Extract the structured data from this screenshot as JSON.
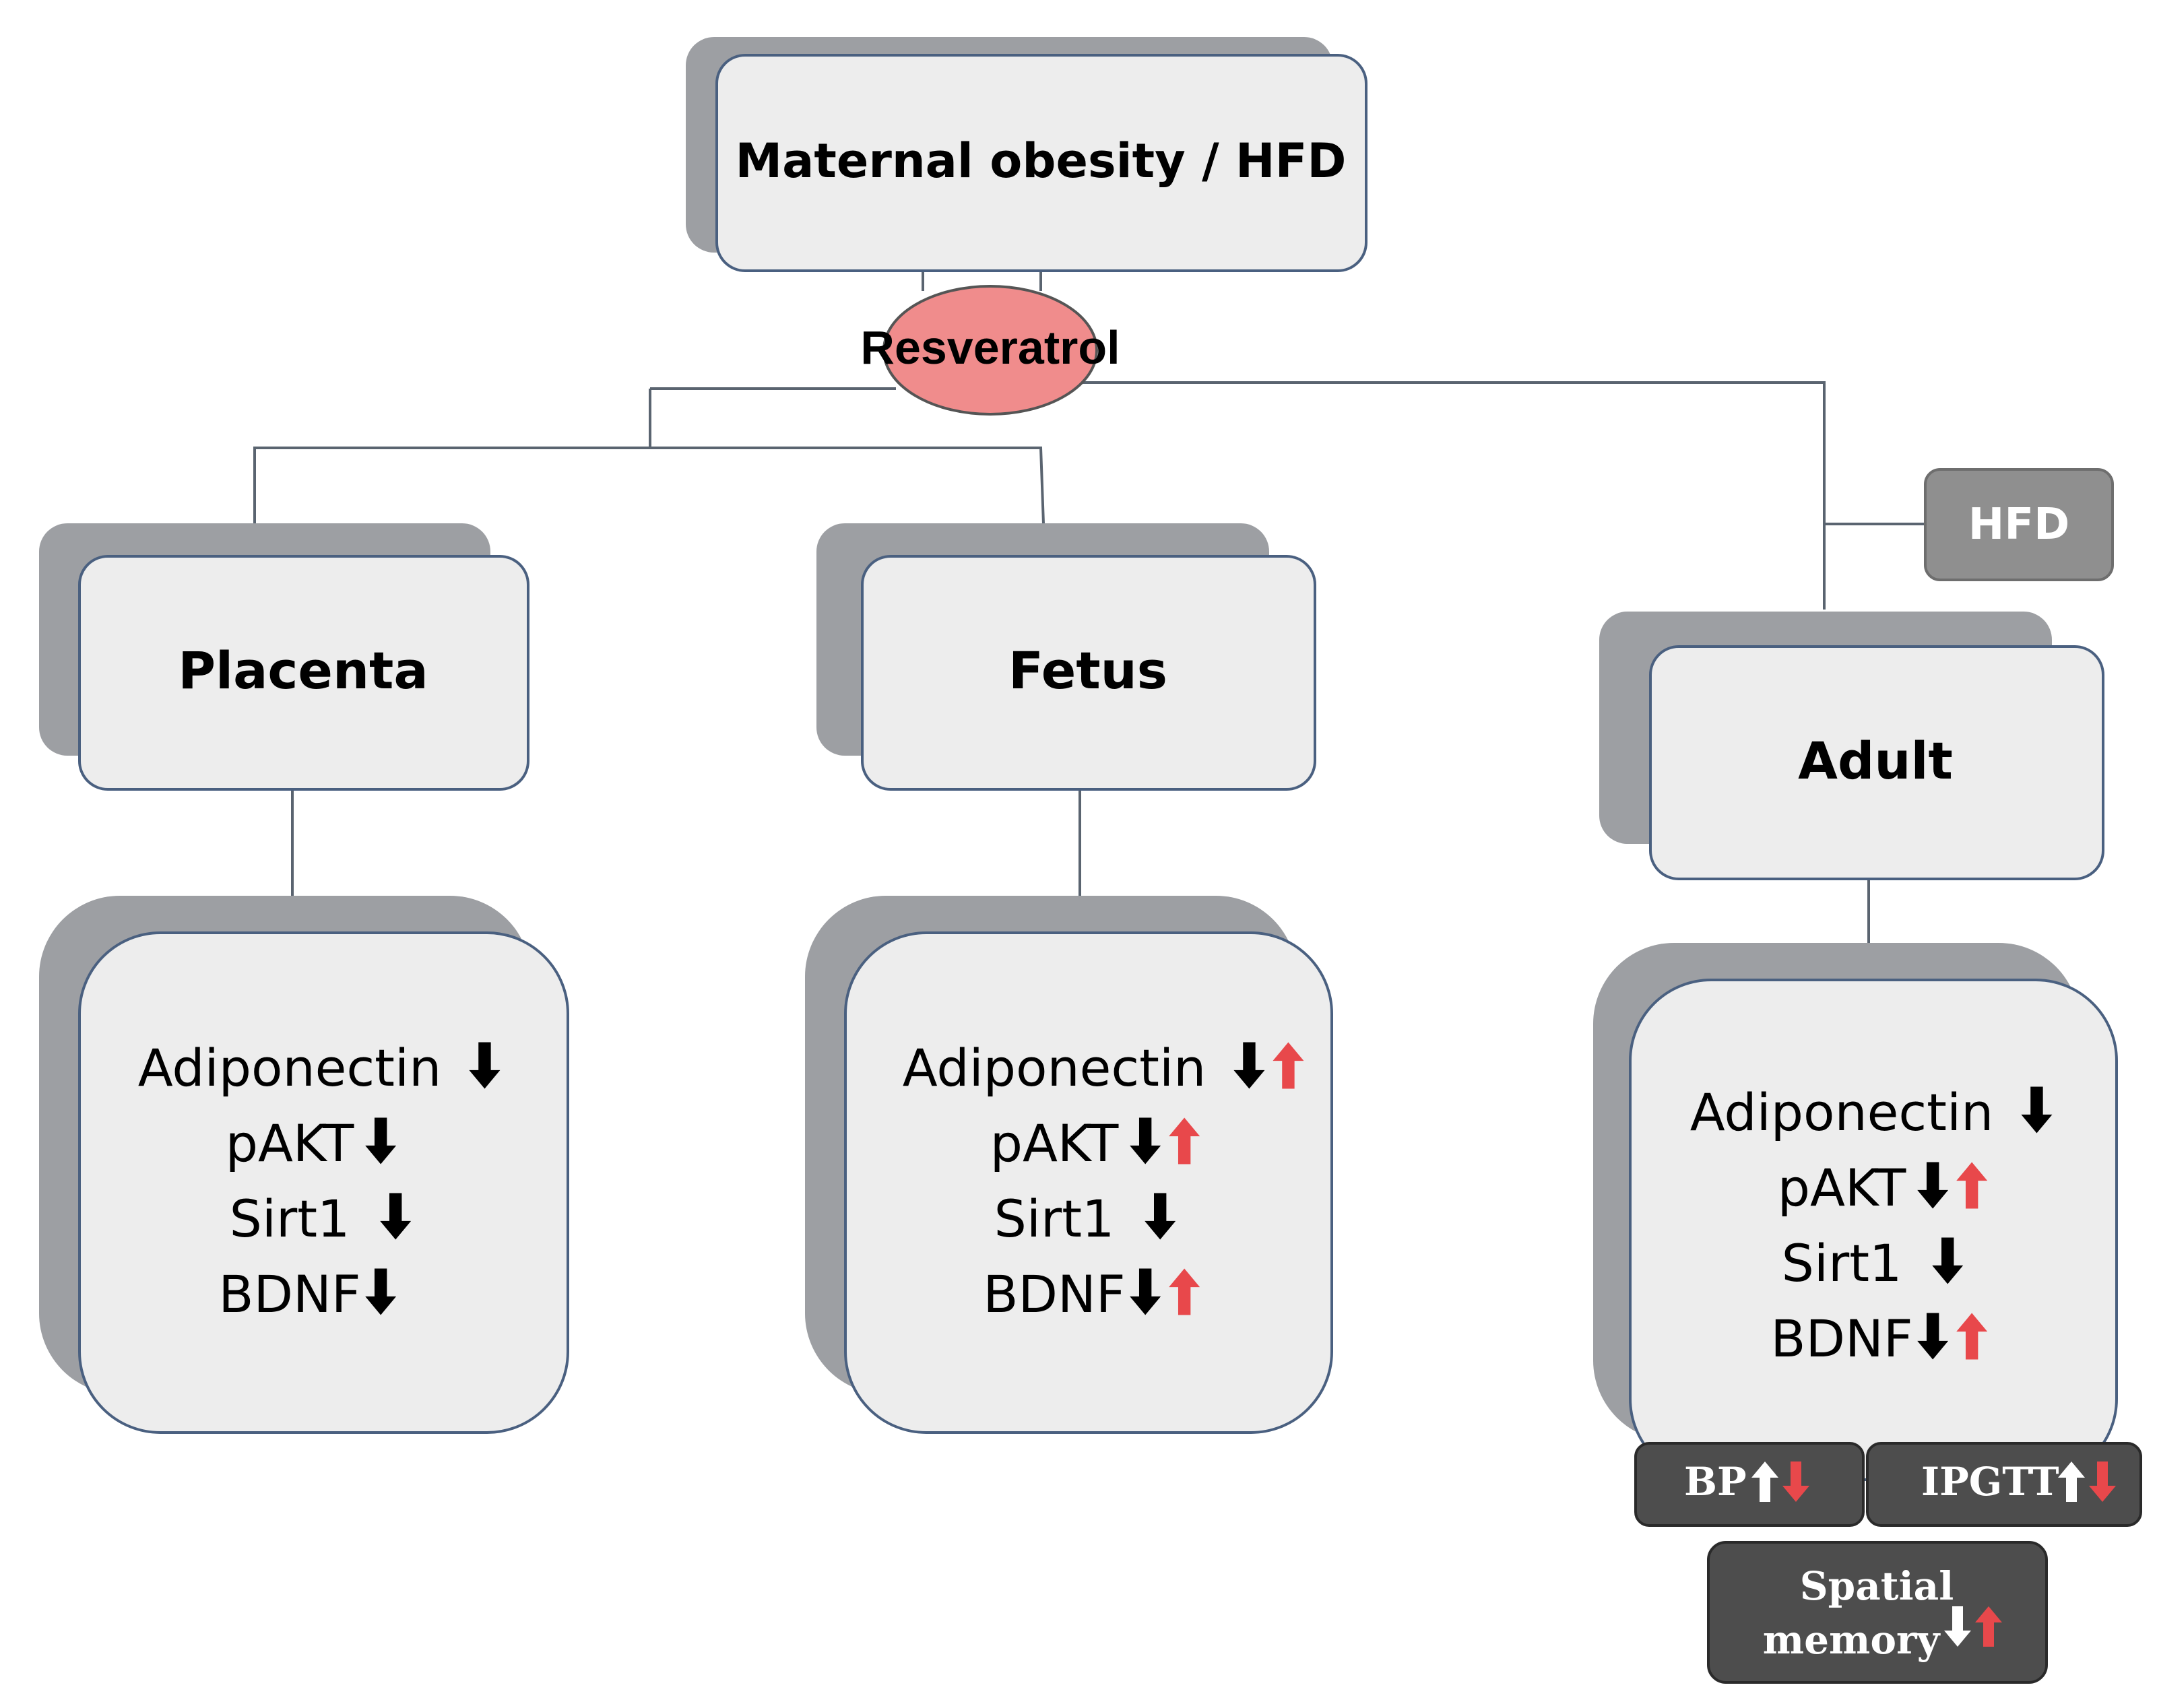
{
  "top": {
    "label": "Maternal obesity / HFD"
  },
  "intervention": {
    "label": "Resveratrol",
    "fill": "#f08c8c"
  },
  "side_input": {
    "label": "HFD"
  },
  "stages": [
    {
      "label": "Placenta",
      "markers": [
        {
          "name": "Adiponectin",
          "arrows": [
            "down"
          ]
        },
        {
          "name": "pAKT",
          "arrows": [
            "down"
          ]
        },
        {
          "name": "Sirt1",
          "arrows": [
            "down"
          ]
        },
        {
          "name": "BDNF",
          "arrows": [
            "down"
          ]
        }
      ]
    },
    {
      "label": "Fetus",
      "markers": [
        {
          "name": "Adiponectin",
          "arrows": [
            "down",
            "up"
          ]
        },
        {
          "name": "pAKT",
          "arrows": [
            "down",
            "up"
          ]
        },
        {
          "name": "Sirt1",
          "arrows": [
            "down"
          ]
        },
        {
          "name": "BDNF",
          "arrows": [
            "down",
            "up"
          ]
        }
      ]
    },
    {
      "label": "Adult",
      "markers": [
        {
          "name": "Adiponectin",
          "arrows": [
            "down"
          ]
        },
        {
          "name": "pAKT",
          "arrows": [
            "down",
            "up"
          ]
        },
        {
          "name": "Sirt1",
          "arrows": [
            "down"
          ]
        },
        {
          "name": "BDNF",
          "arrows": [
            "down",
            "up"
          ]
        }
      ]
    }
  ],
  "outcomes": [
    {
      "label": "BP",
      "arrows": [
        "up",
        "down"
      ]
    },
    {
      "label": "IPGTT",
      "arrows": [
        "up",
        "down"
      ]
    },
    {
      "label_line1": "Spatial",
      "label_line2": "memory",
      "arrows": [
        "down",
        "up"
      ]
    }
  ],
  "colors": {
    "box_fill": "#ededed",
    "box_shadow": "#9d9fa3",
    "box_border": "#4a6080",
    "outcome_fill": "#4d4d4d",
    "hfd_fill": "#8f8f8f",
    "arrow_black": "#000000",
    "arrow_red": "#e8484b",
    "arrow_white": "#ffffff"
  }
}
